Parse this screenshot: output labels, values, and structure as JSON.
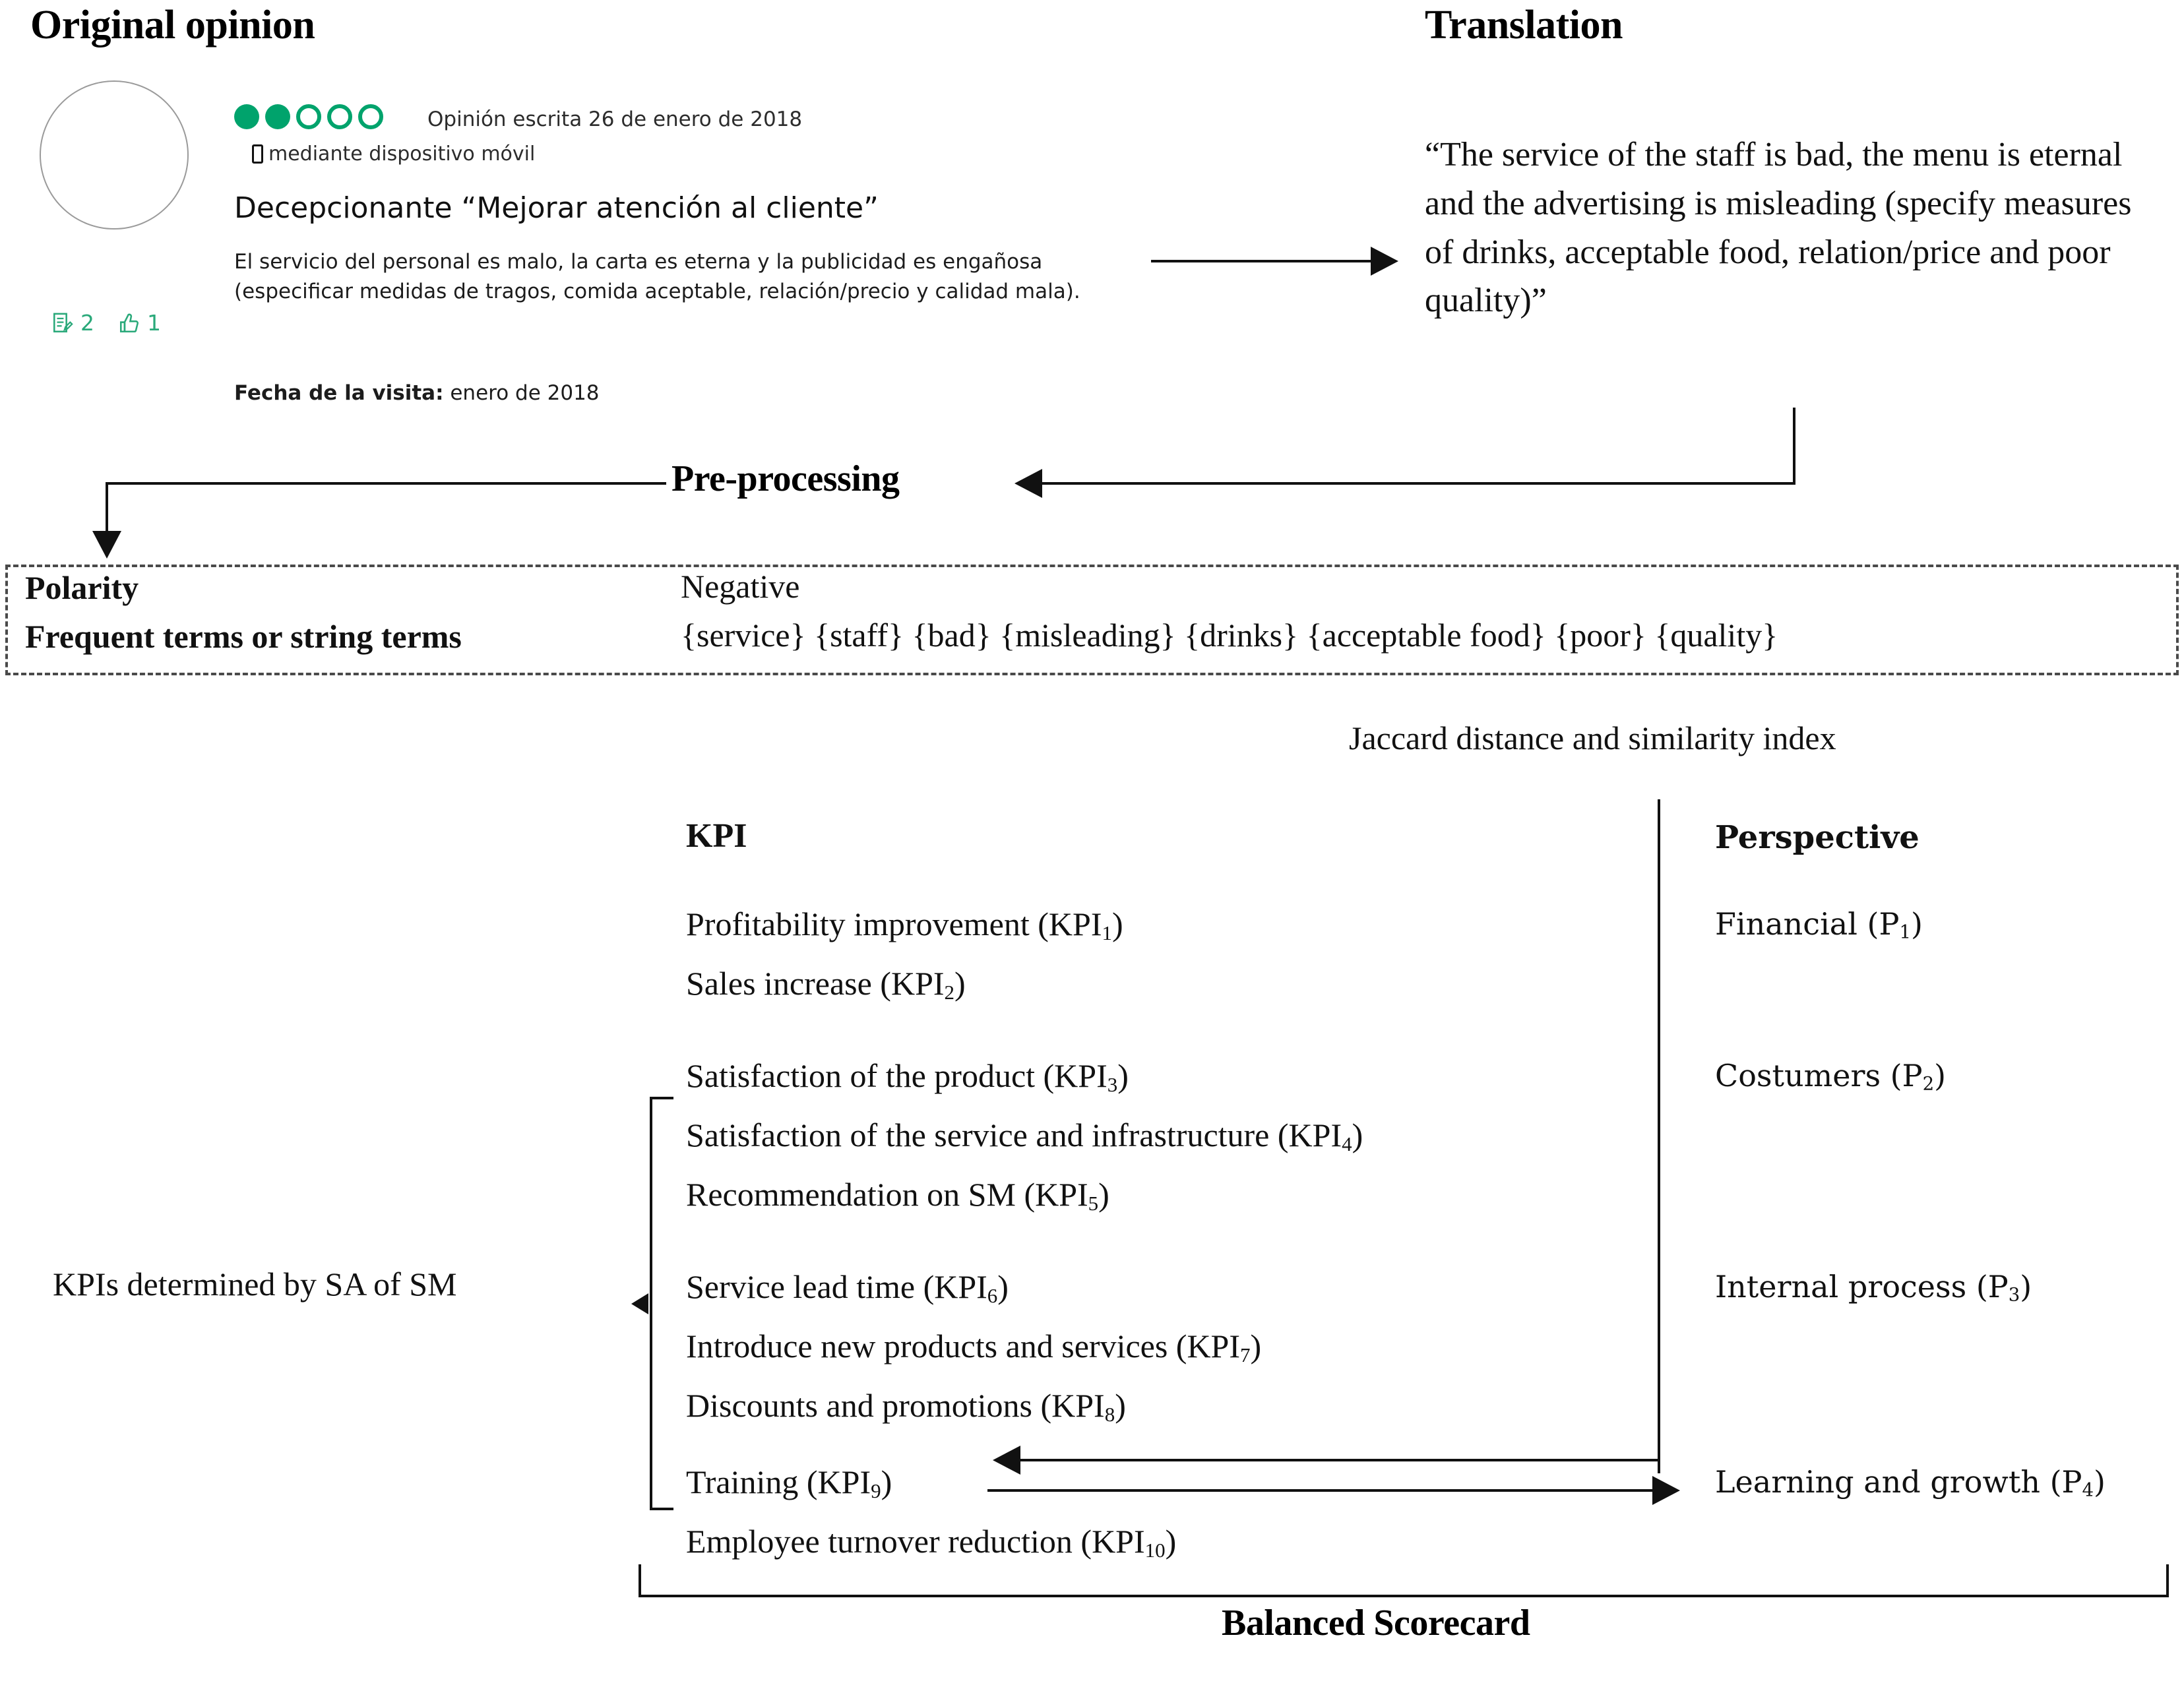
{
  "headings": {
    "original_opinion": "Original opinion",
    "translation": "Translation"
  },
  "review": {
    "rating_total": 5,
    "rating_filled": 2,
    "bubble_color": "#00a36c",
    "written_meta": "Opinión escrita 26 de enero de 2018",
    "device_meta": "mediante dispositivo móvil",
    "device_icon": "mobile-phone-icon",
    "title": "Decepcionante “Mejorar atención al cliente”",
    "body": "El servicio del personal es malo, la carta es eterna y la publicidad es engañosa (especificar medidas de tragos, comida aceptable, relación/precio y calidad mala).",
    "visit_label": "Fecha de la visita:",
    "visit_value": " enero de 2018",
    "votes": {
      "reviews_icon": "review-document-icon",
      "reviews_count": "2",
      "helpful_icon": "thumbs-up-icon",
      "helpful_count": "1",
      "color": "#2aa97a"
    },
    "avatar_icon": "avatar-placeholder-circle"
  },
  "translation": {
    "quote": "“The service of the staff is bad, the menu is eternal and the advertising is misleading (specify measures of drinks, acceptable food, relation/price and poor quality)”"
  },
  "flow": {
    "preprocessing_label": "Pre-processing",
    "jaccard_label": "Jaccard distance and similarity index",
    "sa_of_sm_label": "KPIs determined by SA of SM",
    "balanced_scorecard_label": "Balanced Scorecard"
  },
  "polarity_box": {
    "row1_label": "Polarity",
    "row1_value": "Negative",
    "row2_label": "Frequent terms or string terms",
    "row2_value": "{service} {staff} {bad} {misleading} {drinks} {acceptable food} {poor} {quality}",
    "terms": [
      "service",
      "staff",
      "bad",
      "misleading",
      "drinks",
      "acceptable food",
      "poor",
      "quality"
    ],
    "polarity": "Negative"
  },
  "kpi_table": {
    "kpi_header": "KPI",
    "perspective_header": "Perspective",
    "kpis": [
      {
        "index": "1",
        "base": "Profitability improvement (KPI",
        "tail": ")"
      },
      {
        "index": "2",
        "base": "Sales increase (KPI",
        "tail": ")"
      },
      {
        "index": "3",
        "base": "Satisfaction of the product (KPI",
        "tail": ")"
      },
      {
        "index": "4",
        "base": "Satisfaction of the service and infrastructure (KPI",
        "tail": ")"
      },
      {
        "index": "5",
        "base": "Recommendation on SM (KPI",
        "tail": ")"
      },
      {
        "index": "6",
        "base": "Service lead time (KPI",
        "tail": ")"
      },
      {
        "index": "7",
        "base": "Introduce new products and services (KPI",
        "tail": ")"
      },
      {
        "index": "8",
        "base": "Discounts and promotions (KPI",
        "tail": ")"
      },
      {
        "index": "9",
        "base": "Training (KPI",
        "tail": ")"
      },
      {
        "index": "10",
        "base": "Employee turnover reduction (KPI",
        "tail": ")"
      }
    ],
    "perspectives": [
      {
        "index": "1",
        "base": "Financial (P",
        "tail": ")"
      },
      {
        "index": "2",
        "base": "Costumers (P",
        "tail": ")"
      },
      {
        "index": "3",
        "base": "Internal process (P",
        "tail": ")"
      },
      {
        "index": "4",
        "base": "Learning and growth (P",
        "tail": ")"
      }
    ]
  },
  "colors": {
    "accent_green": "#00a36c",
    "vote_green": "#2aa97a",
    "line_black": "#111111",
    "dashed_gray": "#4a4a4a"
  }
}
